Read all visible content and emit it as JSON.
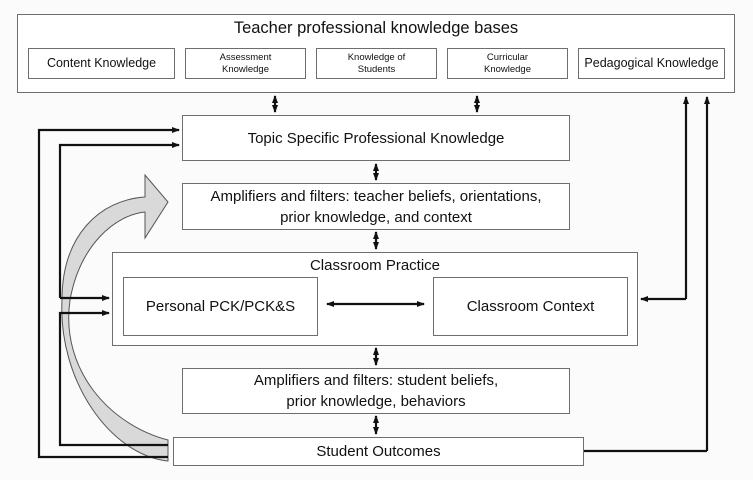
{
  "diagram": {
    "knowledge_bases": {
      "title": "Teacher professional knowledge bases",
      "items": [
        {
          "label": "Content Knowledge"
        },
        {
          "label": "Assessment Knowledge"
        },
        {
          "label": "Knowledge of Students"
        },
        {
          "label": "Curricular Knowledge"
        },
        {
          "label": "Pedagogical Knowledge"
        }
      ]
    },
    "topic_specific": {
      "label": "Topic Specific Professional Knowledge"
    },
    "teacher_filters": {
      "line1": "Amplifiers and filters: teacher beliefs, orientations,",
      "line2": "prior knowledge, and context"
    },
    "classroom_practice": {
      "title": "Classroom Practice",
      "personal_pck": "Personal PCK/PCK&S",
      "classroom_context": "Classroom Context"
    },
    "student_filters": {
      "line1": "Amplifiers and filters: student beliefs,",
      "line2": "prior knowledge, behaviors"
    },
    "student_outcomes": {
      "label": "Student Outcomes"
    },
    "colors": {
      "box_border": "#6e6e6e",
      "arrow": "#111111",
      "curved_arrow_fill": "#d9d9d9",
      "background": "#fbfbfb"
    }
  }
}
